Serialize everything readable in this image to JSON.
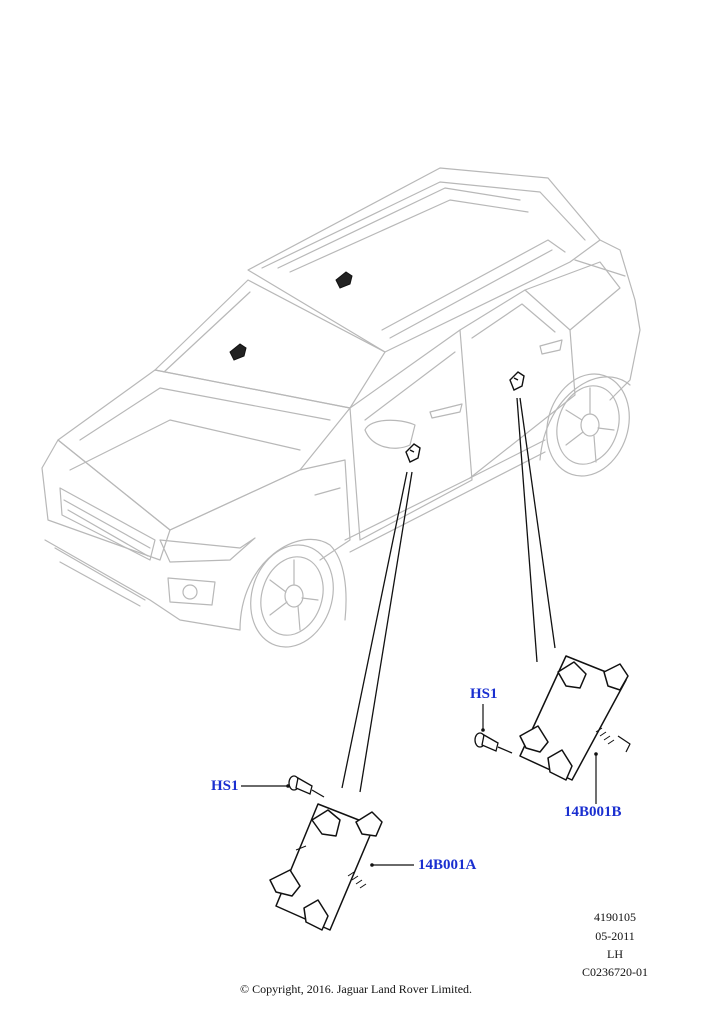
{
  "callouts": {
    "hs1_left": "HS1",
    "hs1_right": "HS1",
    "module_a": "14B001A",
    "module_b": "14B001B"
  },
  "reference": {
    "code1": "4190105",
    "date": "05-2011",
    "side": "LH",
    "code2": "C0236720-01"
  },
  "copyright": "© Copyright, 2016. Jaguar Land Rover Limited.",
  "colors": {
    "callout": "#1a2fd0",
    "vehicle_line": "#b4b4b4",
    "part_line": "#111111"
  }
}
